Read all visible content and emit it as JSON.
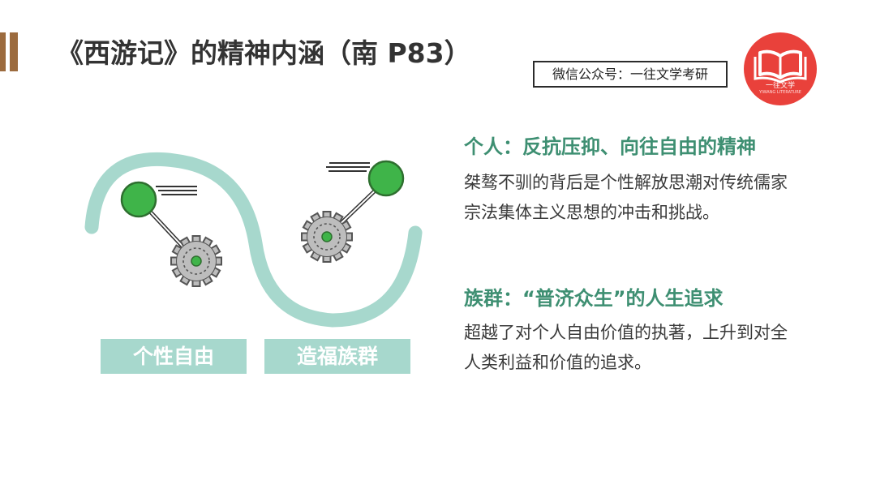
{
  "title": "《西游记》的精神内涵（南 P83）",
  "wechat": "微信公众号：一往文学考研",
  "logo": {
    "text": "一往文学",
    "subtext": "YIWANG LITERATURE"
  },
  "labels": {
    "left": "个性自由",
    "right": "造福族群"
  },
  "sections": [
    {
      "heading": "个人：反抗压抑、向往自由的精神",
      "body": "桀骜不驯的背后是个性解放思潮对传统儒家宗法集体主义思想的冲击和挑战。"
    },
    {
      "heading": "族群：“普济众生”的人生追求",
      "body": "超越了对个人自由价值的执著，上升到对全人类利益和价值的追求。"
    }
  ],
  "colors": {
    "accent_bar": "#9c6b3e",
    "heading_green": "#3e8f72",
    "wave_teal": "#a7d8cd",
    "ball_green": "#3fb449",
    "gear_gray": "#bdbdbd",
    "logo_red": "#e9413b"
  }
}
